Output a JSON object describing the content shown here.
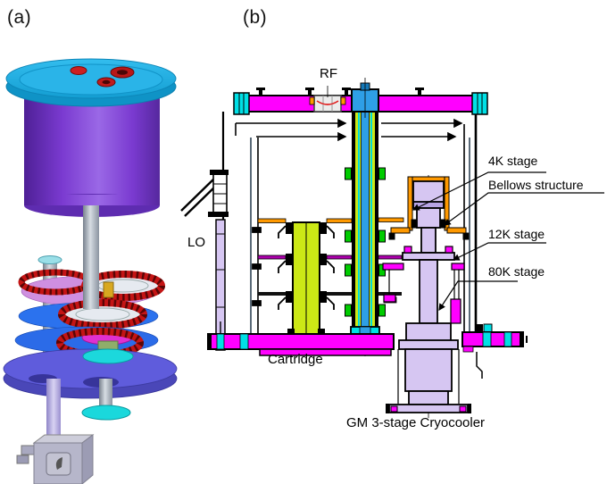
{
  "panel_a": {
    "tag": "(a)"
  },
  "panel_b": {
    "tag": "(b)",
    "labels": {
      "rf": "RF",
      "lo": "LO",
      "stage_4k": "4K stage",
      "bellows": "Bellows structure",
      "stage_12k": "12K stage",
      "stage_80k": "80K stage",
      "cartridge": "Cartridge",
      "cryocooler": "GM 3-stage Cryocooler"
    }
  },
  "palette": {
    "magenta": "#FF00FF",
    "chartreuse": "#CCE816",
    "lavender": "#D6C6F2",
    "orange": "#FF9900",
    "clamp_green": "#00CC00",
    "cyan": "#00E0E6",
    "column_blue": "#2E9FE6",
    "lid_cyan": "#29B2E6",
    "body_purple": "#7A3AD0",
    "disc_blue": "#2B6FEA",
    "disc_plum": "#D08FE0",
    "big_disc_blue": "#5B58D8",
    "coil_red": "#C41414",
    "disc_cyan": "#1BD6DC",
    "disc_magenta": "#E030D0"
  }
}
